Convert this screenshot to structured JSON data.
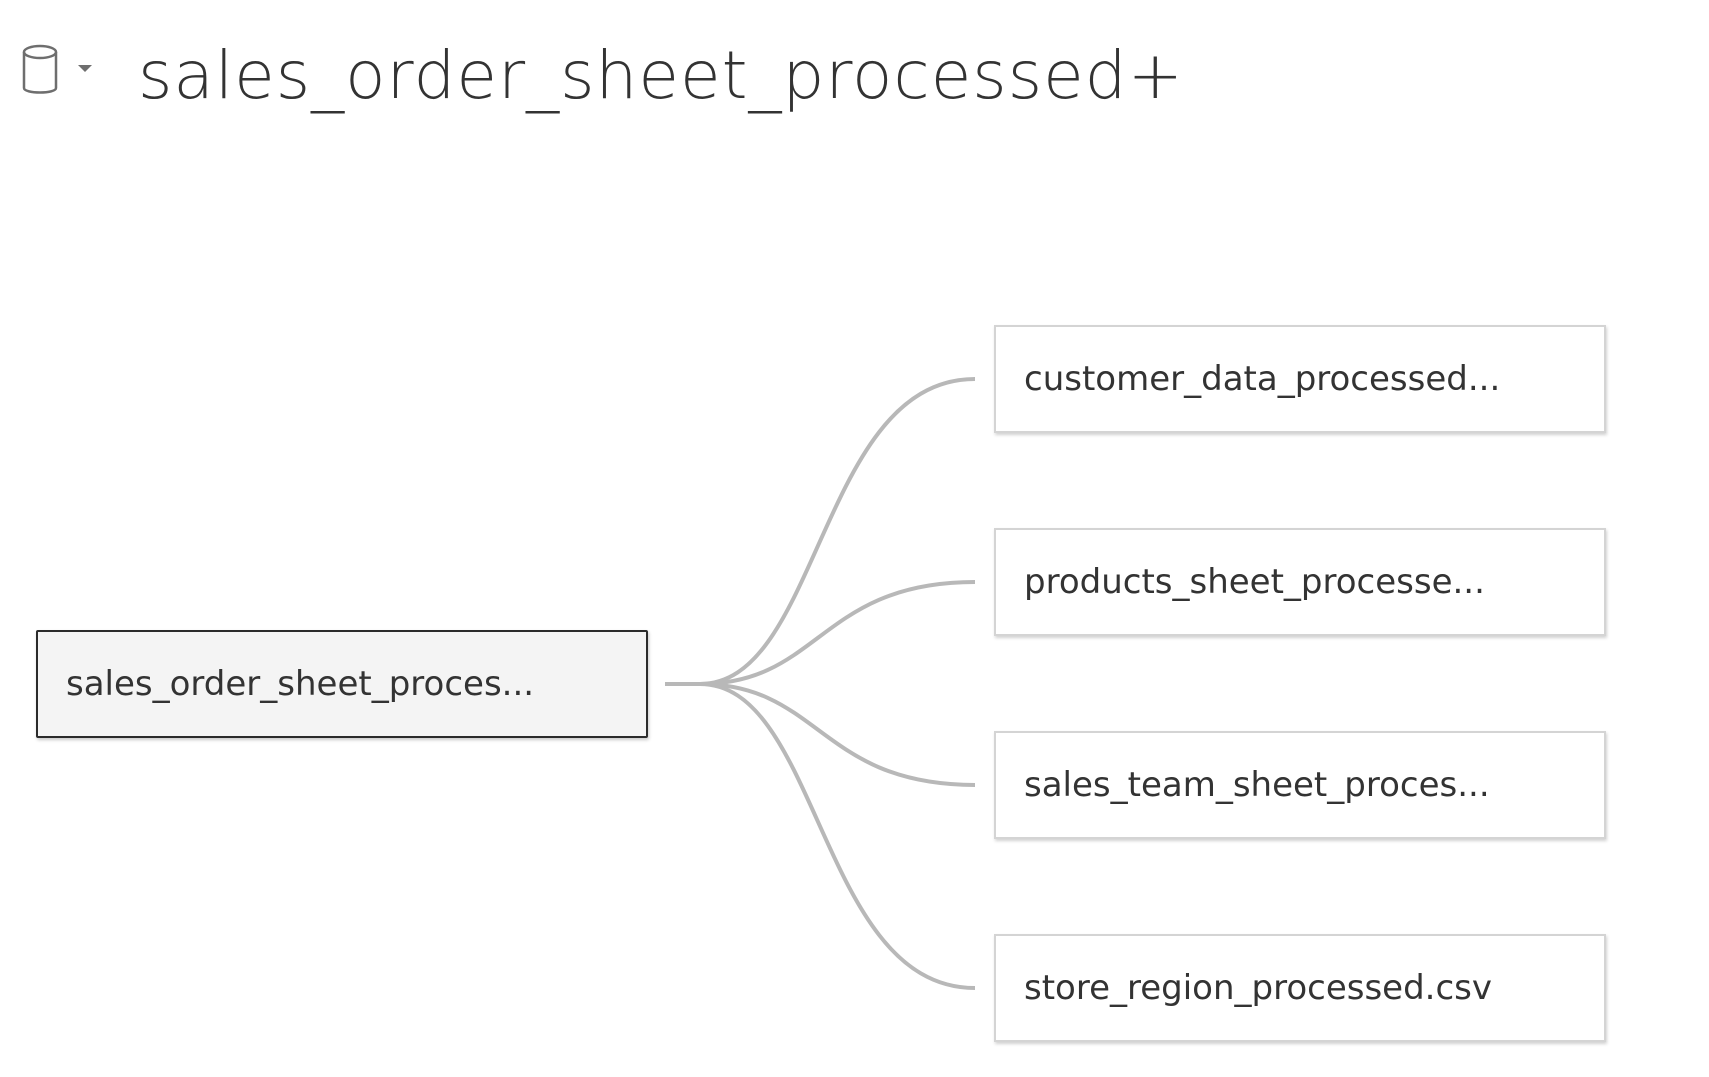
{
  "header": {
    "title": "sales_order_sheet_processed+",
    "data_source_icon": "database-cylinder-icon",
    "dropdown_icon": "caret-down-icon"
  },
  "relationships": {
    "primary_table": {
      "label": "sales_order_sheet_proces..."
    },
    "related_tables": [
      {
        "label": "customer_data_processed..."
      },
      {
        "label": "products_sheet_processe..."
      },
      {
        "label": "sales_team_sheet_proces..."
      },
      {
        "label": "store_region_processed.csv"
      }
    ]
  },
  "colors": {
    "title_text": "#333333",
    "node_border": "#d4d4d4",
    "primary_border": "#2b2b2b",
    "primary_fill": "#f4f4f4",
    "link_stroke": "#b8b8b8"
  }
}
